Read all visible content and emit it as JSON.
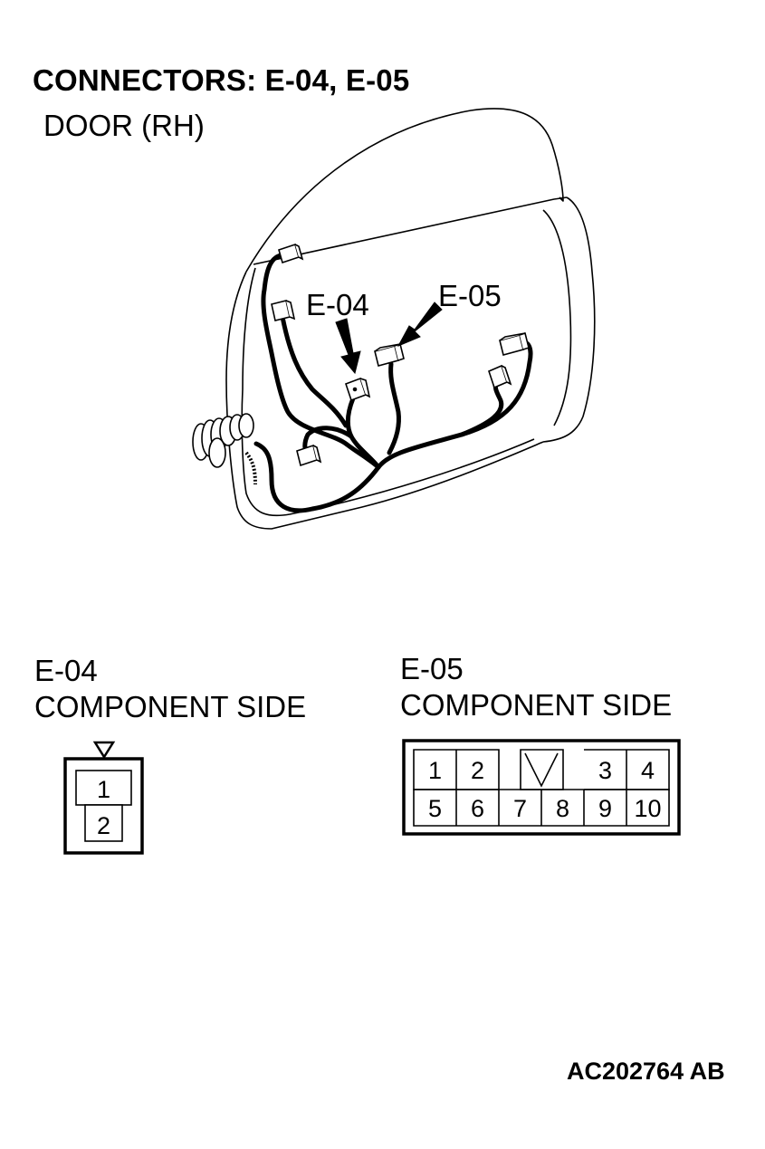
{
  "title": "CONNECTORS: E-04, E-05",
  "subtitle": "DOOR (RH)",
  "door_labels": {
    "e04": "E-04",
    "e05": "E-05"
  },
  "e04": {
    "name": "E-04",
    "side": "COMPONENT SIDE",
    "pins": [
      "1",
      "2"
    ]
  },
  "e05": {
    "name": "E-05",
    "side": "COMPONENT SIDE",
    "pins": [
      "1",
      "2",
      "3",
      "4",
      "5",
      "6",
      "7",
      "8",
      "9",
      "10"
    ]
  },
  "figure_code": "AC202764 AB"
}
